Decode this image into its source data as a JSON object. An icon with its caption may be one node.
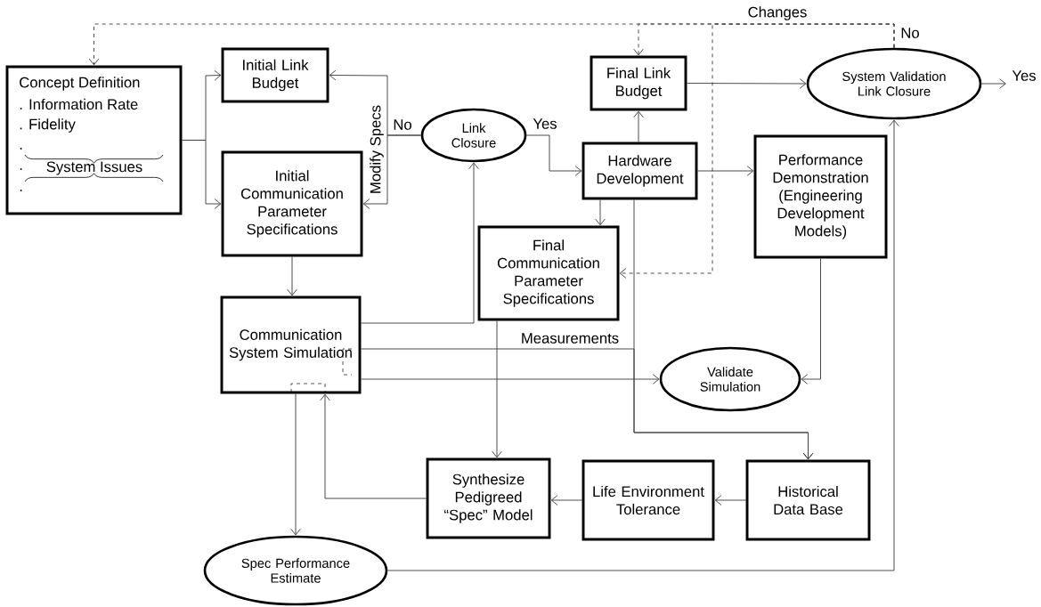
{
  "diagram": {
    "nodes": [
      {
        "text": [
          "Concept Definition",
          ". Information Rate",
          ". Fidelity",
          ".",
          ".",
          ".",
          "System Issues"
        ]
      },
      {
        "text": [
          "Initial Link Budget"
        ]
      },
      {
        "text": [
          "Initial Communication Parameter Specifications"
        ]
      },
      {
        "text": [
          "Link Closure"
        ]
      },
      {
        "text": [
          "Final Link Budget"
        ]
      },
      {
        "text": [
          "System Validation Link Closure"
        ]
      },
      {
        "text": [
          "Hardware Development"
        ]
      },
      {
        "text": [
          "Performance Demonstration (Engineering Development Models)"
        ]
      },
      {
        "text": [
          "Final Communication Parameter Specifications"
        ]
      },
      {
        "text": [
          "Communication System Simulation"
        ]
      },
      {
        "text": [
          "Validate Simulation"
        ]
      },
      {
        "text": [
          "Synthesize Pedigreed “Spec” Model"
        ]
      },
      {
        "text": [
          "Life Environment Tolerance"
        ]
      },
      {
        "text": [
          "Historical Data Base"
        ]
      },
      {
        "text": [
          "Spec Performance Estimate"
        ]
      }
    ],
    "edges": [
      {
        "from": 0,
        "to": 1,
        "arrow": "to"
      },
      {
        "from": 0,
        "to": 2,
        "arrow": "to"
      },
      {
        "from": 3,
        "to": 1,
        "arrow": "to",
        "label": "No"
      },
      {
        "from": 3,
        "to": 2,
        "arrow": "to",
        "label": "Modify Specs"
      },
      {
        "from": 2,
        "to": 9,
        "arrow": "to"
      },
      {
        "from": 9,
        "to": 3,
        "arrow": "to"
      },
      {
        "from": 3,
        "to": 6,
        "arrow": "to",
        "label": "Yes"
      },
      {
        "from": 6,
        "to": 4,
        "arrow": "to"
      },
      {
        "from": 6,
        "to": 7,
        "arrow": "to"
      },
      {
        "from": 6,
        "to": 8,
        "arrow": "to"
      },
      {
        "from": 4,
        "to": 5,
        "arrow": "to"
      },
      {
        "from": 5,
        "to": null,
        "arrow": "to",
        "label": "Yes"
      },
      {
        "from": 5,
        "to": 0,
        "arrow": "to",
        "style": "dashed",
        "label": "No"
      },
      {
        "from": 5,
        "to": 4,
        "arrow": "to",
        "style": "dashed",
        "label": "Changes"
      },
      {
        "from": 5,
        "to": 8,
        "arrow": "to",
        "style": "dashed"
      },
      {
        "from": 9,
        "to": 10,
        "arrow": "to"
      },
      {
        "from": 9,
        "to": 13,
        "arrow": "to",
        "label": "Measurements"
      },
      {
        "from": 6,
        "to": 13,
        "arrow": "to"
      },
      {
        "from": 7,
        "to": 10,
        "arrow": "to"
      },
      {
        "from": 8,
        "to": 11,
        "arrow": "to"
      },
      {
        "from": 13,
        "to": 12,
        "arrow": "to"
      },
      {
        "from": 12,
        "to": 11,
        "arrow": "to"
      },
      {
        "from": 11,
        "to": 9,
        "arrow": "to"
      },
      {
        "from": 9,
        "to": 14,
        "arrow": "to"
      },
      {
        "from": 14,
        "to": 5,
        "arrow": "to"
      }
    ]
  }
}
